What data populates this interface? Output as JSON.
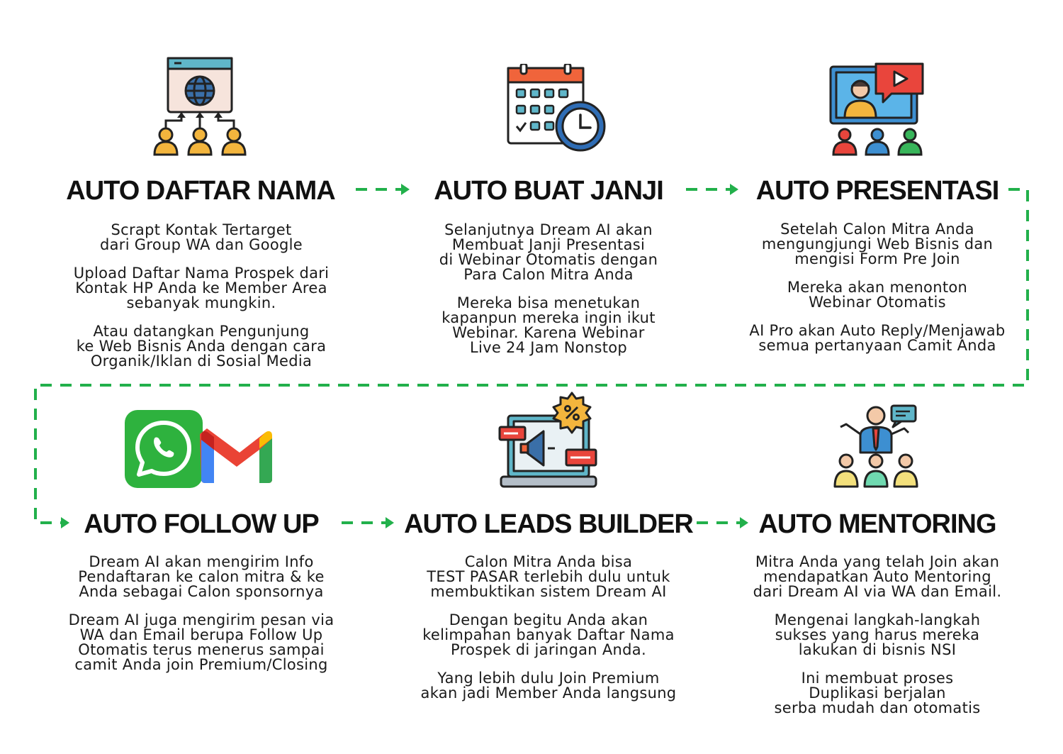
{
  "colors": {
    "connector": "#22b04b",
    "title": "#111111",
    "body": "#1a1a1a",
    "icon_outline": "#222222",
    "whatsapp": "#2eb23e",
    "gmail_red": "#ea4335",
    "gmail_blue": "#4285f4",
    "gmail_yellow": "#fbbc04",
    "gmail_green": "#34a853"
  },
  "steps": [
    {
      "icon": "website-network-icon",
      "title": "AUTO DAFTAR NAMA",
      "paragraphs": [
        "Scrapt Kontak Tertarget\ndari Group WA dan Google",
        "Upload Daftar Nama Prospek dari\nKontak HP Anda ke Member Area\nsebanyak mungkin.",
        "Atau datangkan Pengunjung\nke Web Bisnis Anda dengan cara\nOrganik/Iklan di Sosial Media"
      ]
    },
    {
      "icon": "calendar-clock-icon",
      "title": "AUTO BUAT JANJI",
      "paragraphs": [
        "Selanjutnya Dream AI akan\nMembuat Janji Presentasi\ndi Webinar Otomatis  dengan\nPara Calon Mitra Anda",
        "Mereka bisa menetukan\nkapanpun mereka ingin ikut\nWebinar. Karena Webinar\nLive 24 Jam Nonstop"
      ]
    },
    {
      "icon": "video-presentation-icon",
      "title": "AUTO PRESENTASI",
      "paragraphs": [
        "Setelah Calon Mitra Anda\nmengungjungi Web Bisnis dan\nmengisi Form Pre Join",
        "Mereka akan menonton\nWebinar Otomatis",
        "AI Pro akan Auto Reply/Menjawab\nsemua pertanyaan Camit Anda"
      ]
    },
    {
      "icon": "whatsapp-gmail-icon",
      "title": "AUTO FOLLOW UP",
      "paragraphs": [
        "Dream AI akan mengirim Info\nPendaftaran ke calon mitra & ke\nAnda sebagai Calon sponsornya",
        "Dream AI juga mengirim pesan via\nWA dan Email berupa Follow Up\nOtomatis terus menerus sampai\ncamit Anda join Premium/Closing"
      ]
    },
    {
      "icon": "laptop-marketing-icon",
      "title": "AUTO LEADS BUILDER",
      "paragraphs": [
        "Calon Mitra Anda bisa\nTEST PASAR terlebih dulu untuk\nmembuktikan sistem Dream AI",
        "Dengan begitu Anda akan\nkelimpahan banyak Daftar Nama\nProspek di jaringan Anda.",
        "Yang lebih dulu Join Premium\nakan jadi Member Anda langsung"
      ]
    },
    {
      "icon": "mentor-audience-icon",
      "title": "AUTO MENTORING",
      "paragraphs": [
        "Mitra Anda yang telah Join akan\nmendapatkan Auto Mentoring\ndari Dream AI via WA dan Email.",
        "Mengenai langkah-langkah\nsukses yang harus mereka\nlakukan di bisnis NSI",
        "Ini membuat proses\nDuplikasi berjalan\nserba mudah dan otomatis"
      ]
    }
  ]
}
